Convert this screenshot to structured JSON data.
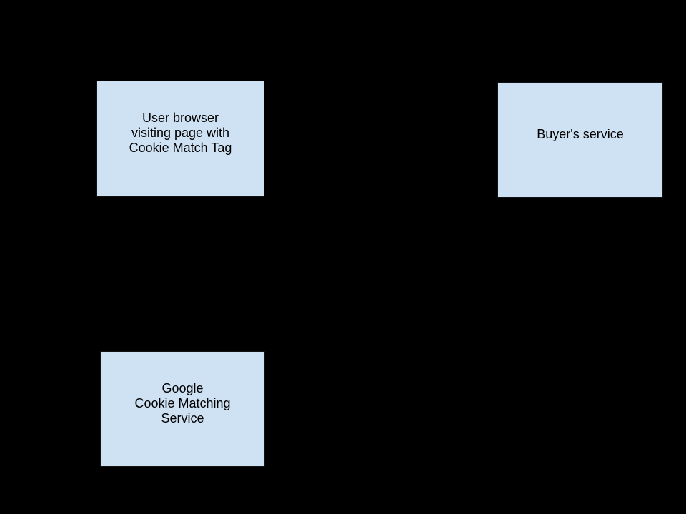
{
  "canvas": {
    "background_color": "#000000"
  },
  "style": {
    "node_fill": "#cfe2f3",
    "node_border_color": "#121212",
    "node_text_color": "#000000"
  },
  "nodes": {
    "user_browser": {
      "lines": [
        "User browser",
        "visiting page with",
        "Cookie Match Tag"
      ]
    },
    "buyers_service": {
      "lines": [
        "Buyer's service"
      ]
    },
    "google_cookie_matching": {
      "lines": [
        "Google",
        "Cookie Matching",
        "Service"
      ]
    }
  }
}
